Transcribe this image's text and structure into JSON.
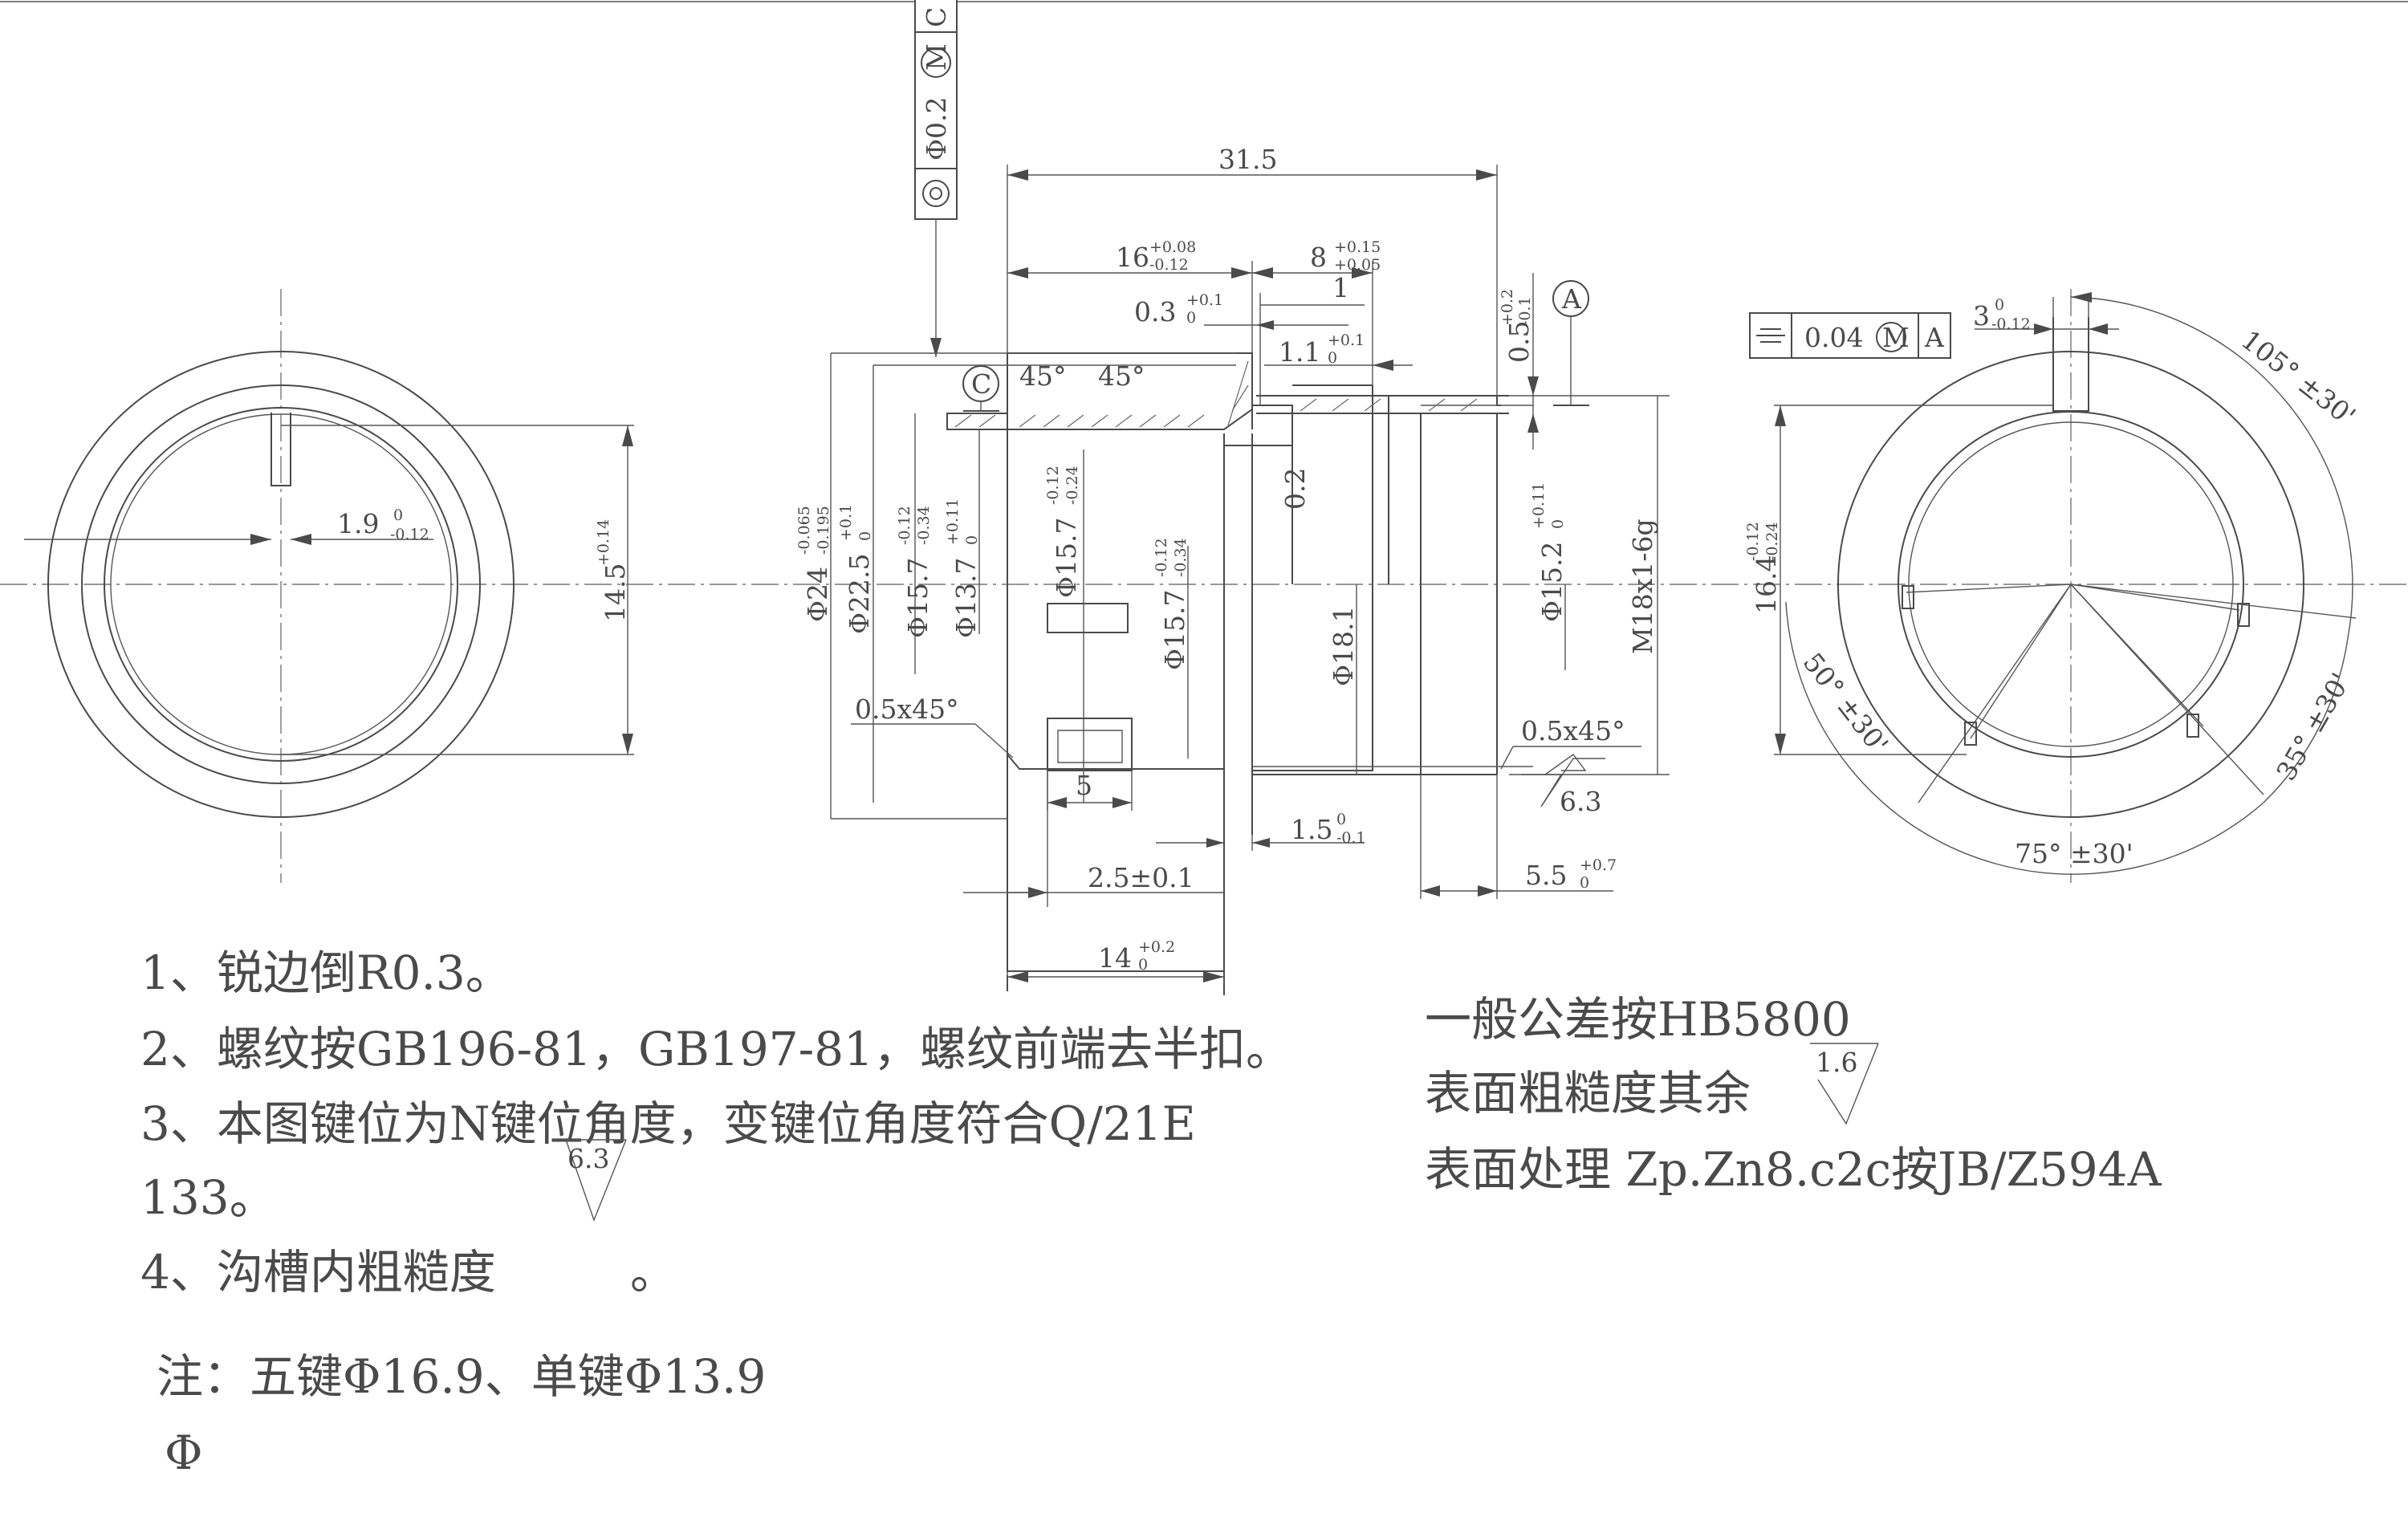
{
  "fcf_top": {
    "tol": "Φ0.2",
    "mod": "M",
    "datum": "C"
  },
  "fcf_right": {
    "tol": "0.04",
    "mod": "M",
    "datum": "A"
  },
  "datum_c": "C",
  "datum_a": "A",
  "left_view": {
    "key_width": {
      "nom": "1.9",
      "up": "0",
      "lo": "-0.12"
    },
    "key_depth": {
      "nom": "14.5",
      "up": "+0.14",
      "lo": ""
    }
  },
  "section": {
    "len_total": "31.5",
    "len_16": {
      "nom": "16",
      "up": "+0.08",
      "lo": "-0.12"
    },
    "len_8": {
      "nom": "8",
      "up": "+0.15",
      "lo": "+0.05"
    },
    "len_1": "1",
    "len_03": {
      "nom": "0.3",
      "up": "+0.1",
      "lo": "0"
    },
    "len_11": {
      "nom": "1.1",
      "up": "+0.1",
      "lo": "0"
    },
    "len_05": {
      "nom": "0.5",
      "up": "+0.2",
      "lo": "-0.1"
    },
    "chamfer1": "45°",
    "chamfer2": "45°",
    "dia_24": {
      "nom": "Φ24",
      "up": "-0.065",
      "lo": "-0.195"
    },
    "dia_225": {
      "nom": "Φ22.5",
      "up": "+0.1",
      "lo": "0"
    },
    "dia_157a": {
      "nom": "Φ15.7",
      "up": "-0.12",
      "lo": "-0.34"
    },
    "dia_137": {
      "nom": "Φ13.7",
      "up": "+0.11",
      "lo": "0"
    },
    "dia_157b": {
      "nom": "Φ15.7",
      "up": "-0.12",
      "lo": "-0.24"
    },
    "dia_157c": {
      "nom": "Φ15.7",
      "up": "-0.12",
      "lo": "-0.34"
    },
    "dia_181": "Φ18.1",
    "dim_02": "0.2",
    "dia_152": {
      "nom": "Φ15.2",
      "up": "+0.11",
      "lo": "0"
    },
    "thread": "M18x1-6g",
    "chamfer_left": "0.5x45°",
    "chamfer_right": "0.5x45°",
    "roughness_63": "6.3",
    "len_5": "5",
    "len_15": {
      "nom": "1.5",
      "up": "0",
      "lo": "-0.1"
    },
    "len_25": "2.5±0.1",
    "len_55": {
      "nom": "5.5",
      "up": "+0.7",
      "lo": "0"
    },
    "len_14": {
      "nom": "14",
      "up": "+0.2",
      "lo": "0"
    }
  },
  "right_view": {
    "key_3": {
      "nom": "3",
      "up": "0",
      "lo": "-0.12"
    },
    "dim_164": {
      "nom": "16.4",
      "up": "-0.12",
      "lo": "-0.24"
    },
    "ang_105": "105° ±30'",
    "ang_50": "50° ±30'",
    "ang_35": "35° ±30'",
    "ang_75": "75° ±30'"
  },
  "notes": [
    "1、锐边倒R0.3。",
    "2、螺纹按GB196-81，GB197-81，螺纹前端去半扣。",
    "3、本图键位为N键位角度，变键位角度符合Q/21E",
    "133。",
    "4、沟槽内粗糙度",
    "。"
  ],
  "note_roughness": "6.3",
  "general": [
    "一般公差按HB5800",
    "表面粗糙度其余",
    "表面处理 Zp.Zn8.c2c按JB/Z594A"
  ],
  "general_roughness": "1.6",
  "remark": "注：五键Φ16.9、单键Φ13.9",
  "remark2": "Φ"
}
